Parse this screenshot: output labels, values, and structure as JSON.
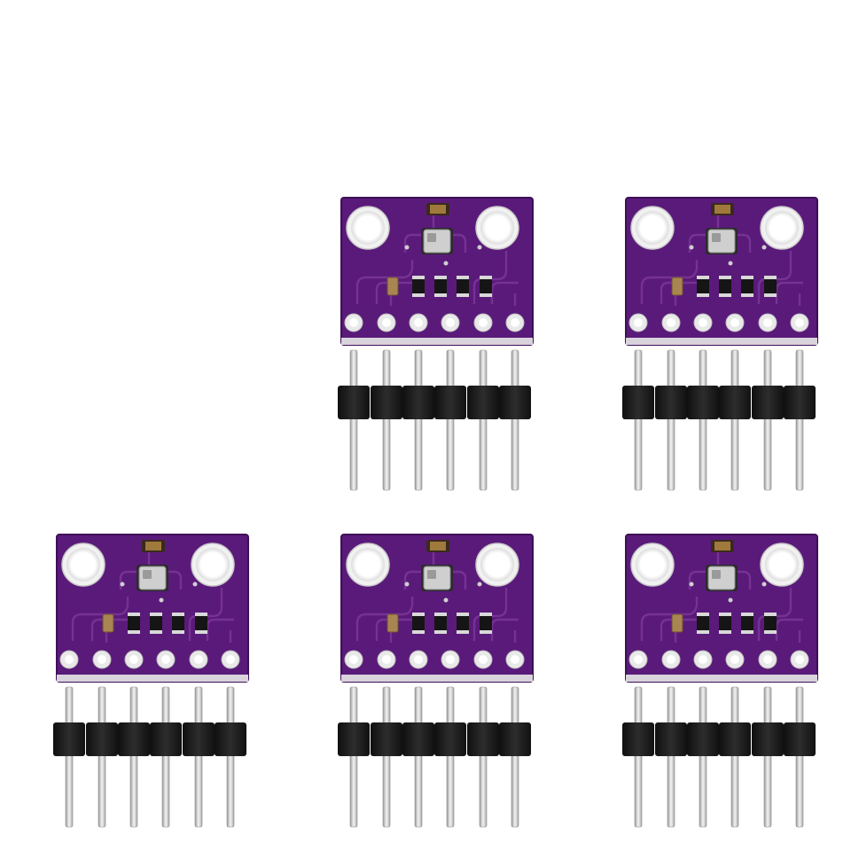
{
  "photo": {
    "module_count": 5,
    "board_color": "#5a1a7a",
    "board_edge_color": "#3e0f58",
    "trace_color": "#7a3596",
    "header_color": "#1c1c1c",
    "pin_color": "#d7d7d7",
    "pad_color": "#e9e9e9",
    "background": "#ffffff"
  },
  "modules": [
    {
      "id": "top-left",
      "pin_count": 6
    },
    {
      "id": "top-right",
      "pin_count": 6
    },
    {
      "id": "bottom-left",
      "pin_count": 6
    },
    {
      "id": "bottom-middle",
      "pin_count": 6
    },
    {
      "id": "bottom-right",
      "pin_count": 6
    }
  ]
}
